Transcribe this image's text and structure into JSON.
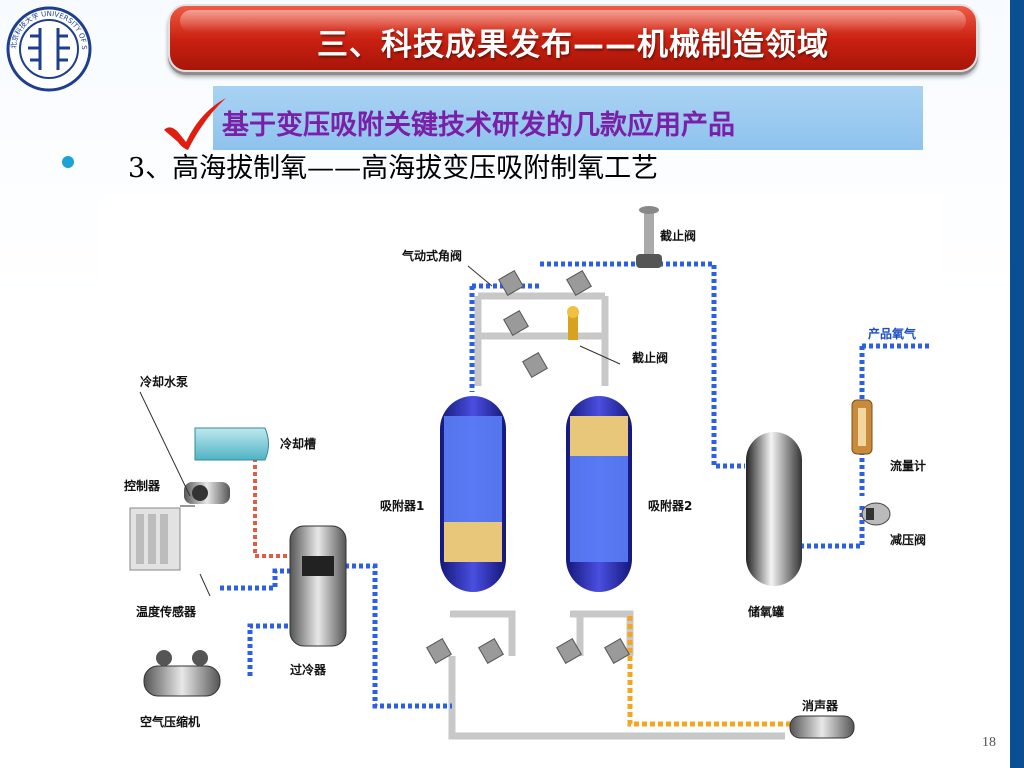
{
  "header": {
    "title": "三、科技成果发布——机械制造领域",
    "logo_text": "北京科技大学 UNIVERSITY OF SCIENCE AND TECHNOLOGY · 1952 · 北科",
    "logo_icon": "university-seal-icon"
  },
  "subtitle": {
    "text": "基于变压吸附关键技术研发的几款应用产品",
    "icon": "check-mark-icon"
  },
  "point": {
    "text": "3、高海拔制氧——高海拔变压吸附制氧工艺"
  },
  "diagram": {
    "labels": {
      "shutoff_valve_top": "截止阀",
      "pneumatic_angle_valve": "气动式角阀",
      "shutoff_valve_mid": "截止阀",
      "product_oxygen": "产品氧气",
      "cooling_pump": "冷却水泵",
      "cooling_tank": "冷却槽",
      "controller": "控制器",
      "adsorber_1": "吸附器1",
      "adsorber_2": "吸附器2",
      "flow_meter": "流量计",
      "pressure_reducer": "减压阀",
      "oxygen_tank": "储氧罐",
      "temp_sensor": "温度传感器",
      "subcooler": "过冷器",
      "air_compressor": "空气压缩机",
      "muffler": "消声器"
    },
    "colors": {
      "blue_flow": "#2c5fe8",
      "orange_flow": "#f5a51e",
      "red_flow": "#e55a45",
      "pipe": "#c8c8c8",
      "vessel": "#2a2d9c"
    }
  },
  "footer": {
    "slide_number": "18"
  }
}
